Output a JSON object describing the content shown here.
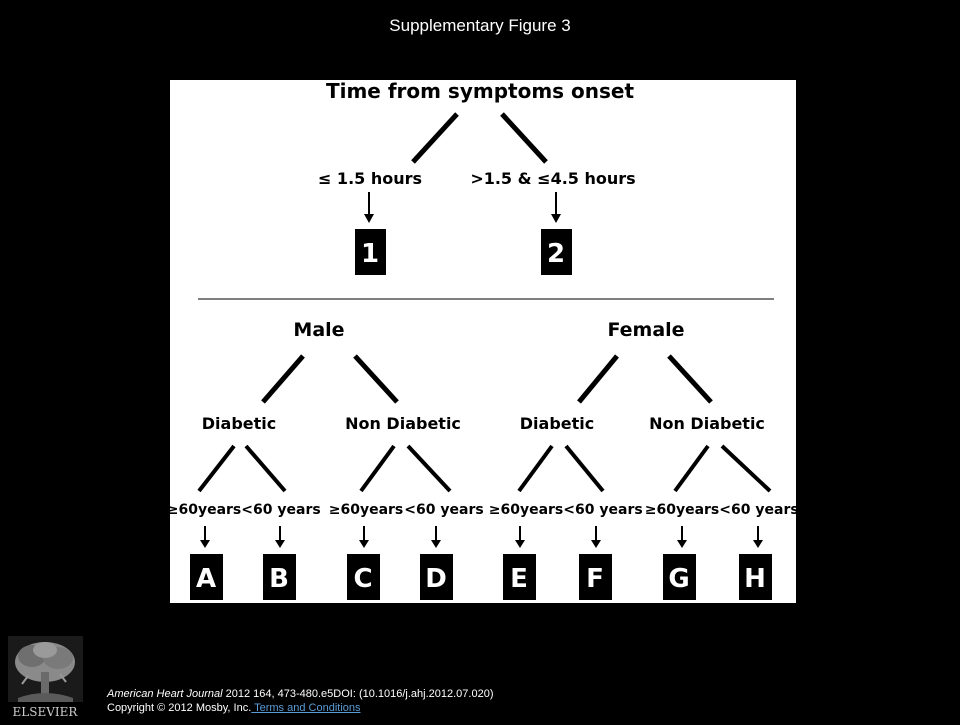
{
  "slide": {
    "title": "Supplementary Figure 3"
  },
  "diagram": {
    "top_tree": {
      "root": "Time from symptoms onset",
      "branches": [
        {
          "label": "≤ 1.5 hours",
          "box": "1"
        },
        {
          "label": ">1.5 & ≤4.5 hours",
          "box": "2"
        }
      ]
    },
    "bottom_tree": {
      "groups": [
        {
          "label": "Male",
          "subgroups": [
            {
              "label": "Diabetic",
              "leaves": [
                {
                  "label": "≥60years",
                  "box": "A"
                },
                {
                  "label": "<60 years",
                  "box": "B"
                }
              ]
            },
            {
              "label": "Non Diabetic",
              "leaves": [
                {
                  "label": "≥60years",
                  "box": "C"
                },
                {
                  "label": "<60 years",
                  "box": "D"
                }
              ]
            }
          ]
        },
        {
          "label": "Female",
          "subgroups": [
            {
              "label": "Diabetic",
              "leaves": [
                {
                  "label": "≥60years",
                  "box": "E"
                },
                {
                  "label": "<60 years",
                  "box": "F"
                }
              ]
            },
            {
              "label": "Non Diabetic",
              "leaves": [
                {
                  "label": "≥60years",
                  "box": "G"
                },
                {
                  "label": "<60 years",
                  "box": "H"
                }
              ]
            }
          ]
        }
      ]
    }
  },
  "footer": {
    "journal": "American Heart Journal",
    "citation": " 2012 164, 473-480.e5DOI: (10.1016/j.ahj.2012.07.020)",
    "copyright": "Copyright © 2012 Mosby, Inc.",
    "link": " Terms and Conditions"
  },
  "logo": {
    "text": "ELSEVIER",
    "icon": "elsevier-tree-icon"
  }
}
